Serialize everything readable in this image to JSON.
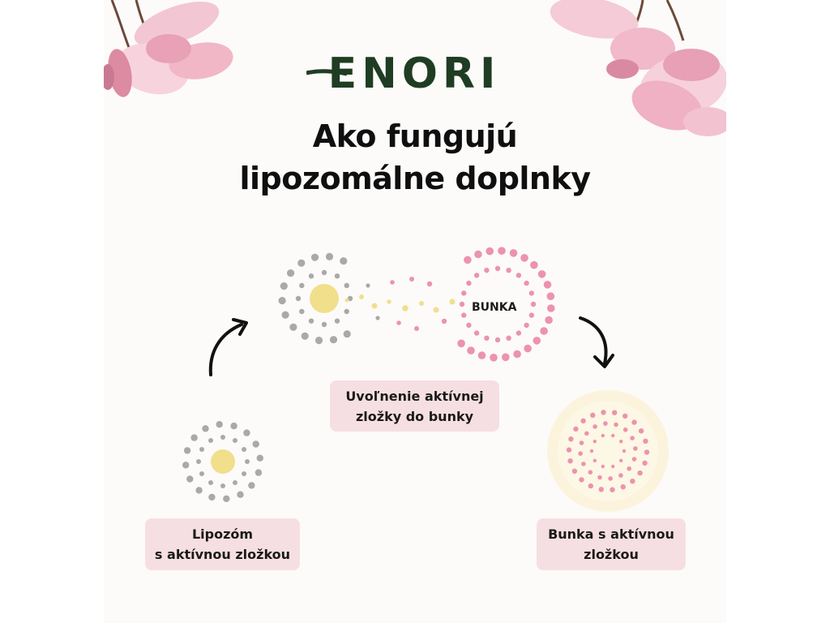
{
  "brand": {
    "logo_text": "ENORI"
  },
  "title": {
    "line1": "Ako fungujú",
    "line2": "lipozomálne doplnky"
  },
  "diagram": {
    "cell_label": "BUNKA",
    "step1": {
      "line1": "Lipozóm",
      "line2": "s aktívnou zložkou"
    },
    "step2": {
      "line1": "Uvoľnenie aktívnej",
      "line2": "zložky do bunky"
    },
    "step3": {
      "line1": "Bunka s aktívnou",
      "line2": "zložkou"
    }
  },
  "colors": {
    "liposome_dots": "#a9a9a9",
    "active_core": "#f2df8c",
    "cell_dots": "#ec93ad",
    "label_bg": "#f6dfe2",
    "logo": "#1f3d22",
    "arrow": "#111111"
  }
}
